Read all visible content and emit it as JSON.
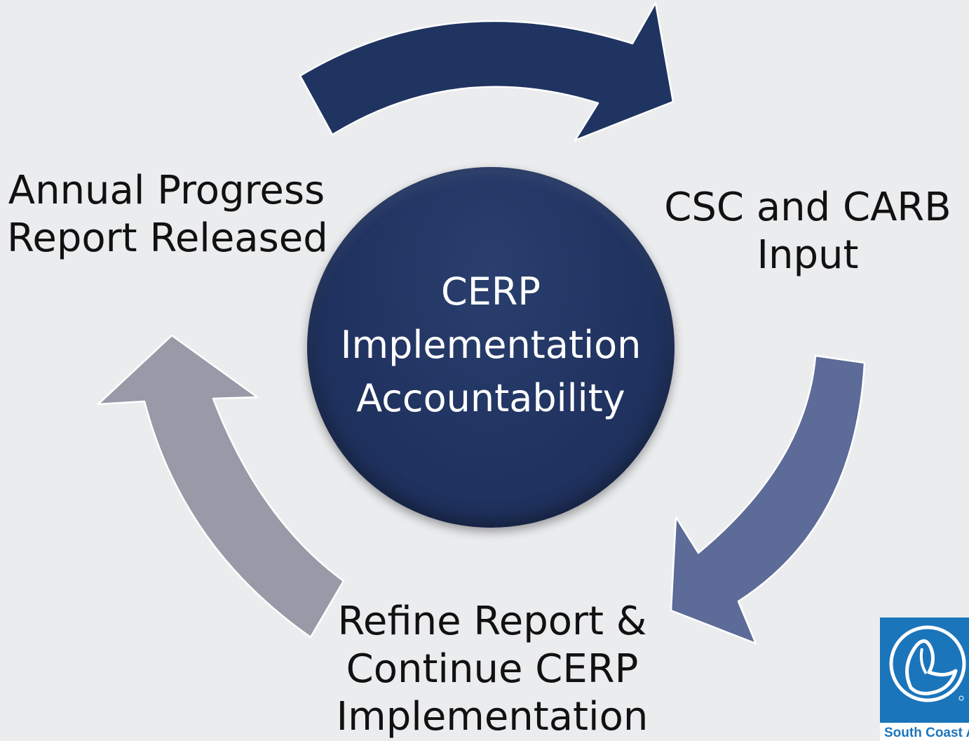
{
  "diagram": {
    "center": {
      "lines": [
        "CERP",
        "Implementation",
        "Accountability"
      ]
    },
    "nodes": {
      "left": {
        "lines": [
          "Annual Progress",
          "Report Released"
        ]
      },
      "right": {
        "lines": [
          "CSC and CARB",
          "Input"
        ]
      },
      "bottom": {
        "lines": [
          "Refine Report &",
          "Continue CERP",
          "Implementation"
        ]
      }
    }
  },
  "logo": {
    "text": "South Coast AQMD",
    "icon": "fish-emblem-icon"
  },
  "colors": {
    "background": "#ebecee",
    "arrow_top": "#1f3461",
    "arrow_right": "#5c6b97",
    "arrow_left": "#989aa8",
    "center_circle": "#223563",
    "logo_blue": "#1b75bb"
  }
}
